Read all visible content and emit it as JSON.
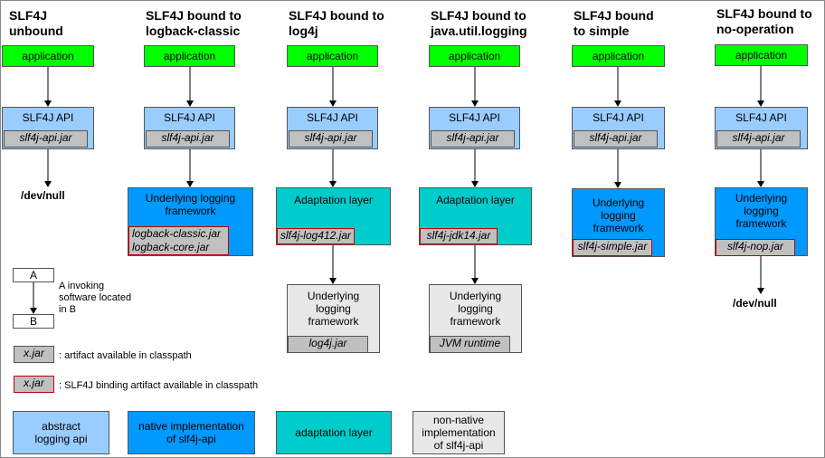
{
  "columns": [
    {
      "title": "SLF4J\nunbound",
      "app": "application",
      "api": "SLF4J API",
      "api_jar": "slf4j-api.jar",
      "dev_null": "/dev/null"
    },
    {
      "title": "SLF4J bound to\nlogback-classic",
      "app": "application",
      "api": "SLF4J API",
      "api_jar": "slf4j-api.jar",
      "impl": "Underlying logging\nframework",
      "impl_jar": "logback-classic.jar\nlogback-core.jar"
    },
    {
      "title": "SLF4J bound to\nlog4j",
      "app": "application",
      "api": "SLF4J API",
      "api_jar": "slf4j-api.jar",
      "adapt": "Adaptation layer",
      "adapt_jar": "slf4j-log412.jar",
      "impl": "Underlying\nlogging\nframework",
      "impl_jar": "log4j.jar"
    },
    {
      "title": "SLF4J bound to\njava.util.logging",
      "app": "application",
      "api": "SLF4J API",
      "api_jar": "slf4j-api.jar",
      "adapt": "Adaptation layer",
      "adapt_jar": "slf4j-jdk14.jar",
      "impl": "Underlying\nlogging\nframework",
      "impl_jar": "JVM runtime"
    },
    {
      "title": "SLF4J bound\nto simple",
      "app": "application",
      "api": "SLF4J API",
      "api_jar": "slf4j-api.jar",
      "impl": "Underlying\nlogging\nframework",
      "impl_jar": "slf4j-simple.jar"
    },
    {
      "title": "SLF4J bound to\nno-operation",
      "app": "application",
      "api": "SLF4J API",
      "api_jar": "slf4j-api.jar",
      "impl": "Underlying\nlogging\nframework",
      "impl_jar": "slf4j-nop.jar",
      "dev_null": "/dev/null"
    }
  ],
  "legend": {
    "a": "A",
    "b": "B",
    "invoke_text": "A invoking\nsoftware located\nin B",
    "jar": "x.jar",
    "jar_text": ": artifact available in classpath",
    "binding_jar": "x.jar",
    "binding_text": ": SLF4J binding artifact available in classpath",
    "abstract": "abstract\nlogging api",
    "native": "native implementation\nof slf4j-api",
    "adaptation": "adaptation layer",
    "non_native": "non-native\nimplementation\nof slf4j-api"
  },
  "colors": {
    "application": "#00ff00",
    "abstract_api": "#99ccff",
    "native_impl": "#0099ff",
    "adaptation": "#00cccc",
    "non_native": "#e8e8e8",
    "jar": "#c0c0c0",
    "binding_border": "#c00000"
  }
}
